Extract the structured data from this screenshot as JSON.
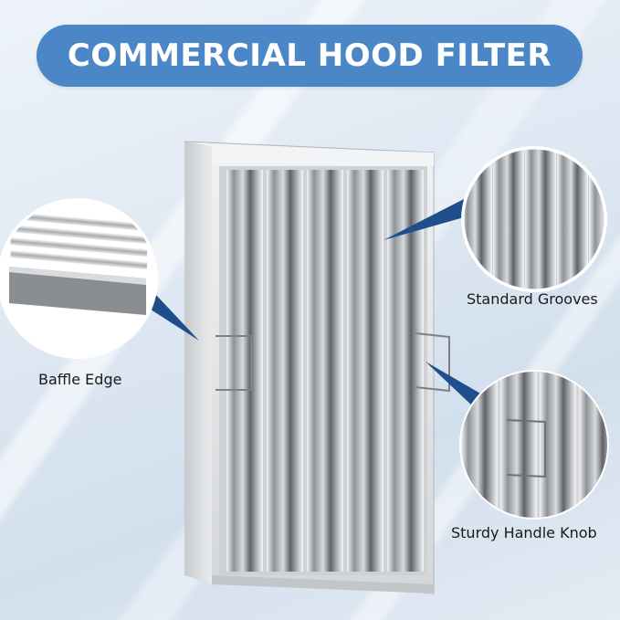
{
  "title": "COMMERCIAL HOOD FILTER",
  "callouts": {
    "standard_grooves": "Standard Grooves",
    "baffle_edge": "Baffle Edge",
    "sturdy_handle_knob": "Sturdy Handle Knob"
  },
  "colors": {
    "banner": "#4b86c6",
    "pointer": "#1f4e8c",
    "metal_light": "#e6e8ea",
    "metal_dark": "#6b6f73"
  }
}
